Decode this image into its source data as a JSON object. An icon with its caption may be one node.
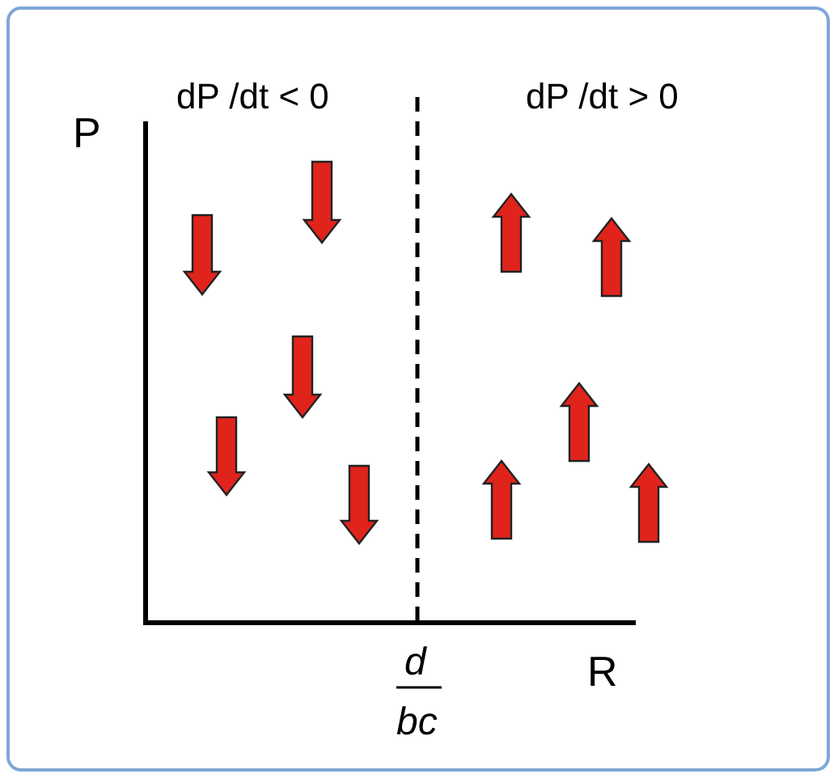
{
  "diagram": {
    "labels": [
      "dP /dt < 0",
      "dP /dt > 0",
      "P",
      "d",
      "bc",
      "R"
    ]
  }
}
